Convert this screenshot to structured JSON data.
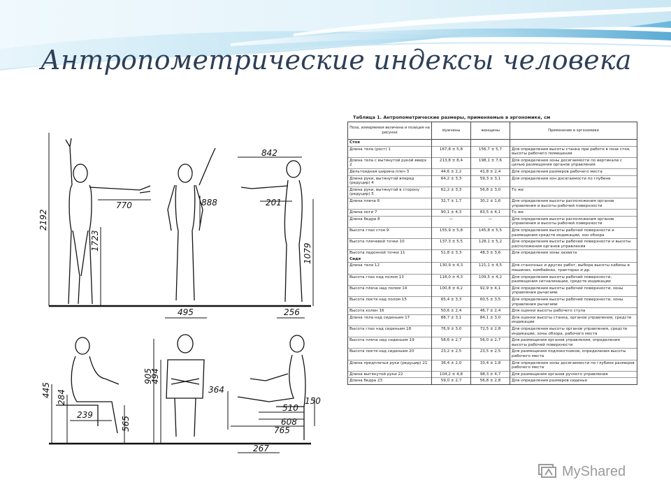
{
  "slide": {
    "title": "Антропометрические индексы человека"
  },
  "figures": {
    "standing_dims": [
      "2192",
      "1723",
      "770",
      "888",
      "842",
      "201",
      "1079",
      "495",
      "256"
    ],
    "seated_dims": [
      "445",
      "284",
      "239",
      "565",
      "905",
      "494",
      "364",
      "150",
      "510",
      "608",
      "765",
      "267"
    ]
  },
  "table": {
    "caption": "Таблица 1. Антропометрические размеры, применяемые в эргономике, см",
    "headers": [
      "Поза, измеряемая величина и позиция на рисунке",
      "мужчины",
      "женщины",
      "Применение в эргономике"
    ],
    "rows": [
      {
        "name": "Стоя",
        "m": "",
        "f": "",
        "use": ""
      },
      {
        "name": "Длина тела (рост) 1",
        "m": "167,8 ± 5,8",
        "f": "156,7 ± 5,7",
        "use": "Для определения высоты станка при работе в позе стоя, высоты рабочего помещения"
      },
      {
        "name": "Длина тела с вытянутой рукой вверх 2",
        "m": "213,8 ± 8,4",
        "f": "198,1 ± 7,6",
        "use": "Для определения зоны досягаемости по вертикали с целью размещения органов управления"
      },
      {
        "name": "Дельтоидная ширина плеч 3",
        "m": "44,6 ± 2,2",
        "f": "41,8 ± 2,4",
        "use": "Для определения размеров рабочего места"
      },
      {
        "name": "Длина руки, вытянутой вперед (редуцир) 4",
        "m": "64,2 ± 3,3",
        "f": "59,3 ± 3,1",
        "use": "Для определения зон досягаемости по глубине"
      },
      {
        "name": "Длина руки, вытянутой в сторону (редуцир) 5",
        "m": "62,2 ± 3,3",
        "f": "56,8 ± 3,0",
        "use": "То же"
      },
      {
        "name": "Длина плеча 6",
        "m": "32,7 ± 1,7",
        "f": "30,2 ± 1,6",
        "use": "Для определения высоты расположения органов управления и высоты рабочей поверхности"
      },
      {
        "name": "Длина ноги 7",
        "m": "90,1 ± 4,3",
        "f": "83,5 ± 4,1",
        "use": "То же"
      },
      {
        "name": "Длина бедра 8",
        "m": "—",
        "f": "—",
        "use": "Для определения высоты расположения органов управления и высоты рабочей поверхности"
      },
      {
        "name": "Высота глаз стоя 9",
        "m": "155,9 ± 5,8",
        "f": "145,8 ± 5,5",
        "use": "Для определения высоты рабочей поверхности и размещения средств индикации, зон обзора"
      },
      {
        "name": "Высота плечевой точки 10",
        "m": "137,3 ± 5,5",
        "f": "128,1 ± 5,2",
        "use": "Для определения высоты рабочей поверхности и высоты расположения органов управления"
      },
      {
        "name": "Высота ладонной точки 11",
        "m": "51,8 ± 3,3",
        "f": "48,3 ± 3,6",
        "use": "Для определения зоны захвата"
      },
      {
        "name": "Сидя",
        "m": "",
        "f": "",
        "use": ""
      },
      {
        "name": "Длина тела 12",
        "m": "130,9 ± 4,3",
        "f": "121,1 ± 4,5",
        "use": "Для станочных и других работ, выбора высоты кабины в машинах, комбайнах, тракторах и др."
      },
      {
        "name": "Высота глаз над полом 13",
        "m": "118,0 ± 4,3",
        "f": "109,5 ± 4,2",
        "use": "Для определения высоты рабочей поверхности, размещения сигнализации, средств индикации"
      },
      {
        "name": "Высота плеча над полом 14",
        "m": "100,8 ± 4,2",
        "f": "92,9 ± 4,1",
        "use": "Для определения высоты рабочей поверхности, зоны управления рычагами"
      },
      {
        "name": "Высота локтя над полом 15",
        "m": "65,4 ± 3,3",
        "f": "60,5 ± 3,5",
        "use": "Для определения высоты рабочей поверхности, зоны управления рычагами"
      },
      {
        "name": "Высота колен 16",
        "m": "50,6 ± 2,4",
        "f": "46,7 ± 2,4",
        "use": "Для оценки высоты рабочего стула"
      },
      {
        "name": "Длина тела над сиденьем 17",
        "m": "88,7 ± 3,1",
        "f": "84,1 ± 3,0",
        "use": "Для оценки высоты станка, органов управления, средств индикации"
      },
      {
        "name": "Высота глаз над сиденьем 18",
        "m": "76,9 ± 3,0",
        "f": "72,5 ± 2,8",
        "use": "Для определения высоты органов управления, средств индикации, зоны обзора, рабочего места"
      },
      {
        "name": "Высота плеча над сиденьем 19",
        "m": "58,6 ± 2,7",
        "f": "56,0 ± 2,7",
        "use": "Для размещения органов управления, определения высоты рабочей поверхности"
      },
      {
        "name": "Высота локтя над сиденьем 20",
        "m": "23,2 ± 2,5",
        "f": "23,5 ± 2,5",
        "use": "Для размещения подлокотников, определения высоты рабочего места"
      },
      {
        "name": "Длина предплечья руки (редуцир) 21",
        "m": "36,4 ± 2,0",
        "f": "33,4 ± 1,8",
        "use": "Для определения зоны досягаемости по глубине размеров рабочего места"
      },
      {
        "name": "Длина вытянутой руки 22",
        "m": "104,2 ± 4,8",
        "f": "98,3 ± 4,7",
        "use": "Для размещения органов ручного управления"
      },
      {
        "name": "Длина бедра 23",
        "m": "59,0 ± 2,7",
        "f": "56,8 ± 2,8",
        "use": "Для определения размеров сиденья"
      }
    ]
  },
  "watermark": {
    "text": "MyShared"
  },
  "colors": {
    "title": "#2d3f57",
    "wave_light": "#d3ecf6",
    "wave_mid": "#8fcbe6",
    "wave_dark": "#3d9ccc",
    "watermark": "#9b9b9b"
  }
}
